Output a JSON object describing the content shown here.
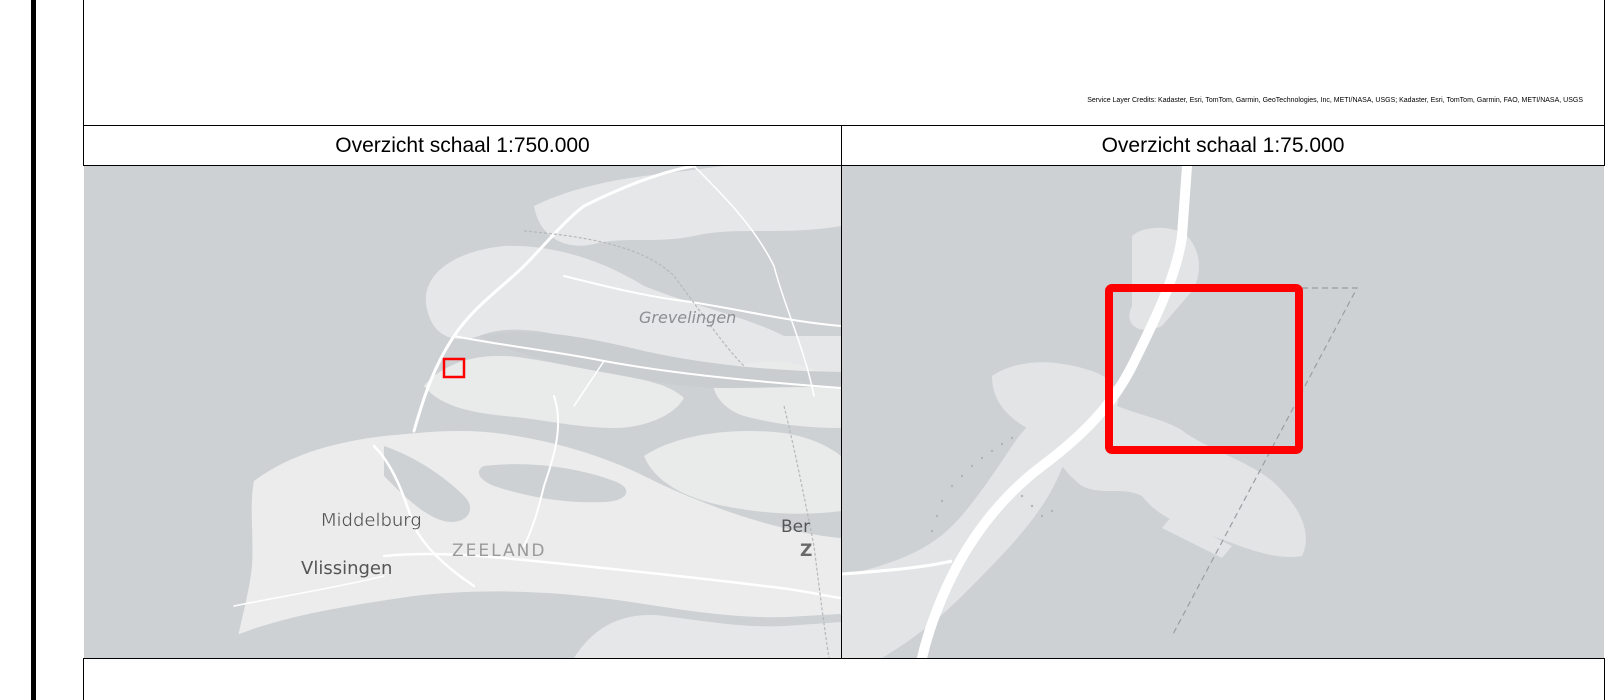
{
  "credits": "Service Layer Credits: Kadaster, Esri, TomTom, Garmin, GeoTechnologies, Inc, METI/NASA, USGS; Kadaster, Esri, TomTom, Garmin, FAO, METI/NASA, USGS",
  "panels": {
    "left": {
      "title": "Overzicht schaal 1:750.000"
    },
    "right": {
      "title": "Overzicht schaal 1:75.000"
    }
  },
  "map_labels": {
    "grevelingen": "Grevelingen",
    "middelburg": "Middelburg",
    "zeeland": "ZEELAND",
    "vlissingen": "Vlissingen",
    "bergen": "Ber",
    "bergen_z": "Z"
  },
  "colors": {
    "water": "#cdd1d3",
    "land": "#ececec",
    "road": "#ffffff",
    "highlight": "#ff0000"
  }
}
